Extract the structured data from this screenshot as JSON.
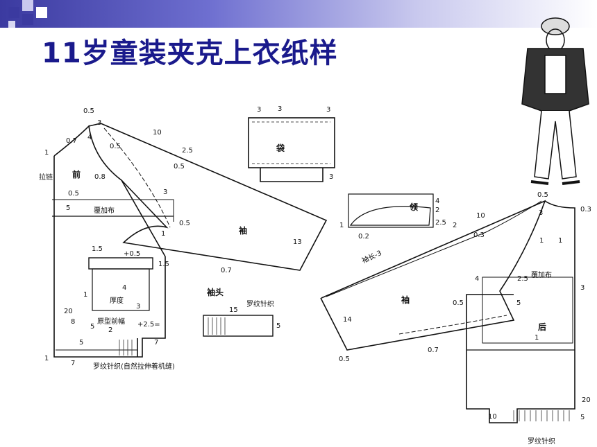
{
  "slide": {
    "title": "11岁童装夹克上衣纸样",
    "accent_color": "#1a1a8c",
    "header_gradient": [
      "#3b3aa0",
      "#ffffff"
    ]
  },
  "front": {
    "label_front": "前",
    "label_zipper": "拉链",
    "label_overlay": "覆加布",
    "label_thickness": "厚度",
    "label_orig_width": "原型前幅",
    "label_rib": "罗纹针织(自然拉伸着机缝)",
    "dims": [
      "0.5",
      "0.7",
      "4",
      "3",
      "1",
      "0.8",
      "0.5",
      "5",
      "1.5",
      "+0.5",
      "1.5",
      "4",
      "3",
      "20",
      "8",
      "5",
      "2",
      "+2.5=",
      "5",
      "7",
      "7",
      "1",
      "1",
      "0.5",
      "1"
    ]
  },
  "front_sleeve": {
    "label": "袖",
    "dims": [
      "10",
      "0.5",
      "2.5",
      "0.5",
      "3",
      "13",
      "0.7"
    ]
  },
  "pocket": {
    "label": "袋",
    "dims": [
      "3",
      "3",
      "3",
      "3"
    ]
  },
  "collar": {
    "label": "领",
    "dims": [
      "4",
      "2",
      "2.5",
      "1",
      "0.2"
    ]
  },
  "cuff": {
    "label": "袖头",
    "label_rib": "罗纹针织",
    "dims": [
      "15",
      "5"
    ]
  },
  "back_sleeve": {
    "label": "袖",
    "label_length": "袖长-3",
    "dims": [
      "10",
      "2",
      "0.3",
      "1",
      "5",
      "4",
      "0.5",
      "14",
      "0.5",
      "0.7"
    ]
  },
  "back": {
    "label": "后",
    "label_overlay": "覆加布",
    "label_rib": "罗纹针织",
    "dims": [
      "0.5",
      "3",
      "0.3",
      "1",
      "2.5",
      "3",
      "1",
      "20",
      "5",
      "10"
    ]
  },
  "icons": [
    "figure-illustration"
  ]
}
